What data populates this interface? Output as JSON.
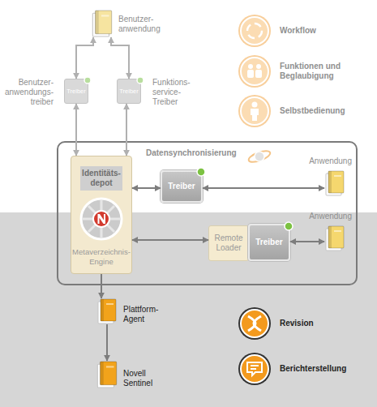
{
  "diagram": {
    "nodes": [
      {
        "text": [
          "Benutzer- anwendung"
        ]
      },
      {
        "text": [
          "Treiber",
          "Benutzer- anwendungs- treiber"
        ]
      },
      {
        "text": [
          "Treiber",
          "Funktions- service- Treiber"
        ]
      },
      {
        "text": [
          "Workflow"
        ]
      },
      {
        "text": [
          "Funktionen und Beglaubigung"
        ]
      },
      {
        "text": [
          "Selbstbedienung"
        ]
      },
      {
        "text": [
          "Datensynchronisierung"
        ]
      },
      {
        "text": [
          "Identitäts- depot",
          "Metaverzeichnis- Engine"
        ],
        "in": 6
      },
      {
        "text": [
          "Treiber"
        ],
        "in": 6
      },
      {
        "text": [
          "Anwendung"
        ],
        "in": 6
      },
      {
        "text": [
          "Remote Loader"
        ],
        "in": 6
      },
      {
        "text": [
          "Treiber"
        ],
        "in": 6
      },
      {
        "text": [
          "Anwendung"
        ],
        "in": 6
      },
      {
        "text": [
          "Plattform- Agent"
        ]
      },
      {
        "text": [
          "Novell Sentinel"
        ]
      },
      {
        "text": [
          "Revision"
        ]
      },
      {
        "text": [
          "Berichterstellung"
        ]
      }
    ],
    "edges": [
      {
        "from": 0,
        "to": 1,
        "arrow": "both"
      },
      {
        "from": 0,
        "to": 2,
        "arrow": "both"
      },
      {
        "from": 1,
        "to": 7,
        "arrow": "both"
      },
      {
        "from": 2,
        "to": 7,
        "arrow": "both"
      },
      {
        "from": 7,
        "to": 8,
        "arrow": "both"
      },
      {
        "from": 8,
        "to": 9,
        "arrow": "both"
      },
      {
        "from": 7,
        "to": 10,
        "arrow": "both"
      },
      {
        "from": 11,
        "to": 12,
        "arrow": "both"
      },
      {
        "from": 7,
        "to": 13,
        "arrow": "to"
      },
      {
        "from": 13,
        "to": 14,
        "arrow": "to"
      }
    ]
  }
}
